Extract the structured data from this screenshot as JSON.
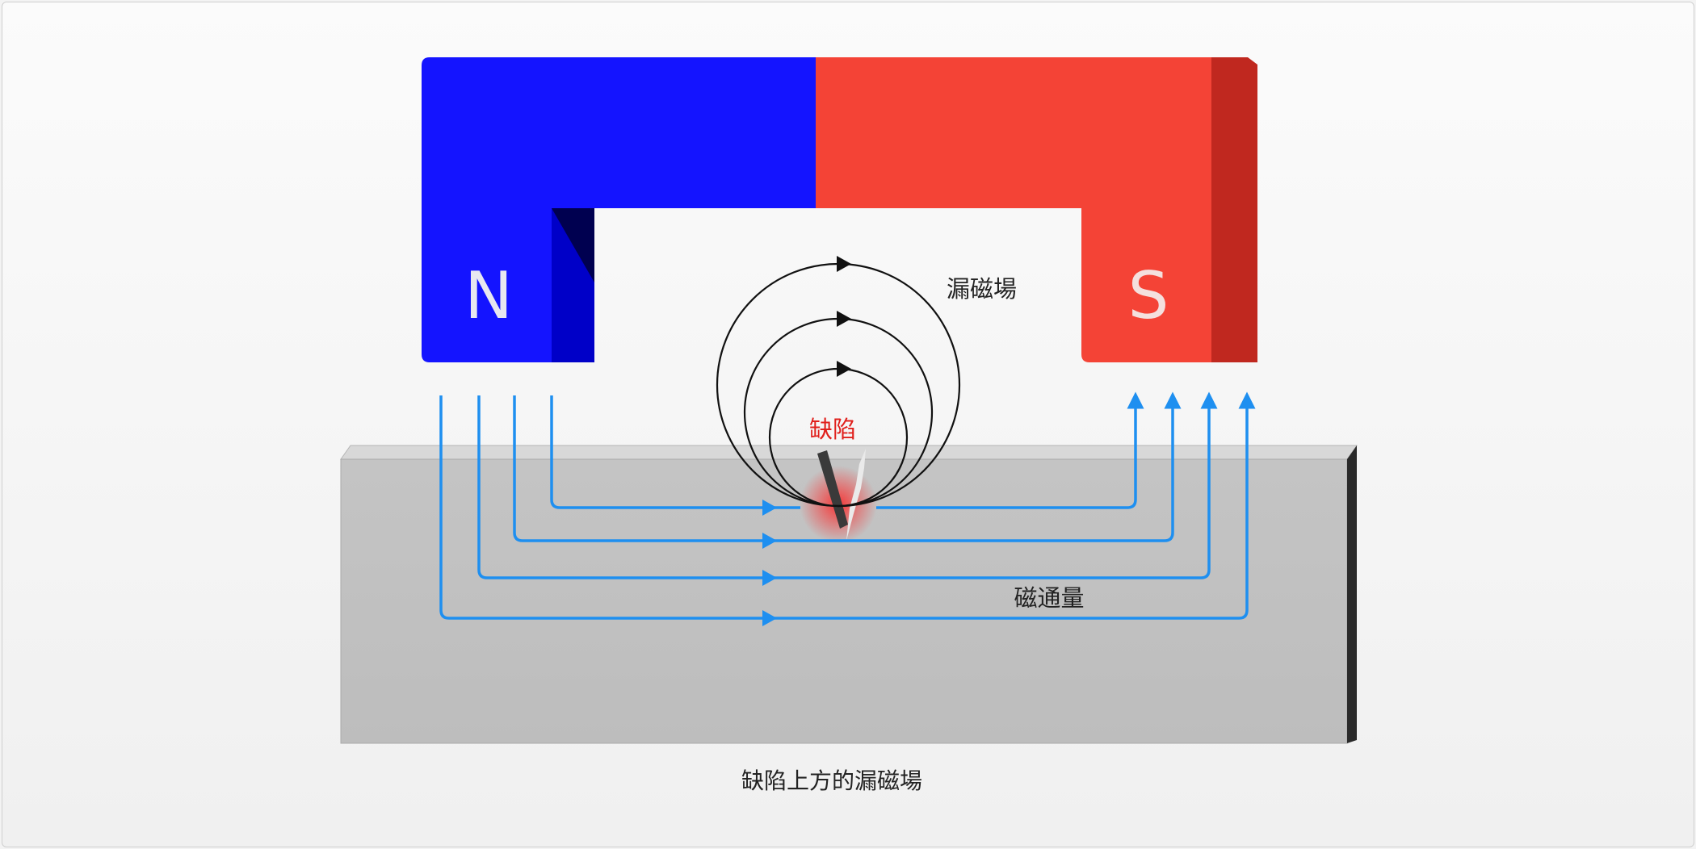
{
  "diagram": {
    "north_label": "N",
    "south_label": "S",
    "leakage_field_label": "漏磁場",
    "defect_label": "缺陷",
    "magnetic_flux_label": "磁通量",
    "caption": "缺陷上方的漏磁場"
  },
  "colors": {
    "north": "#1414ff",
    "south": "#f44336",
    "flux": "#1e8ff0",
    "defect_text": "#e0201c",
    "field_lines": "#111111"
  }
}
